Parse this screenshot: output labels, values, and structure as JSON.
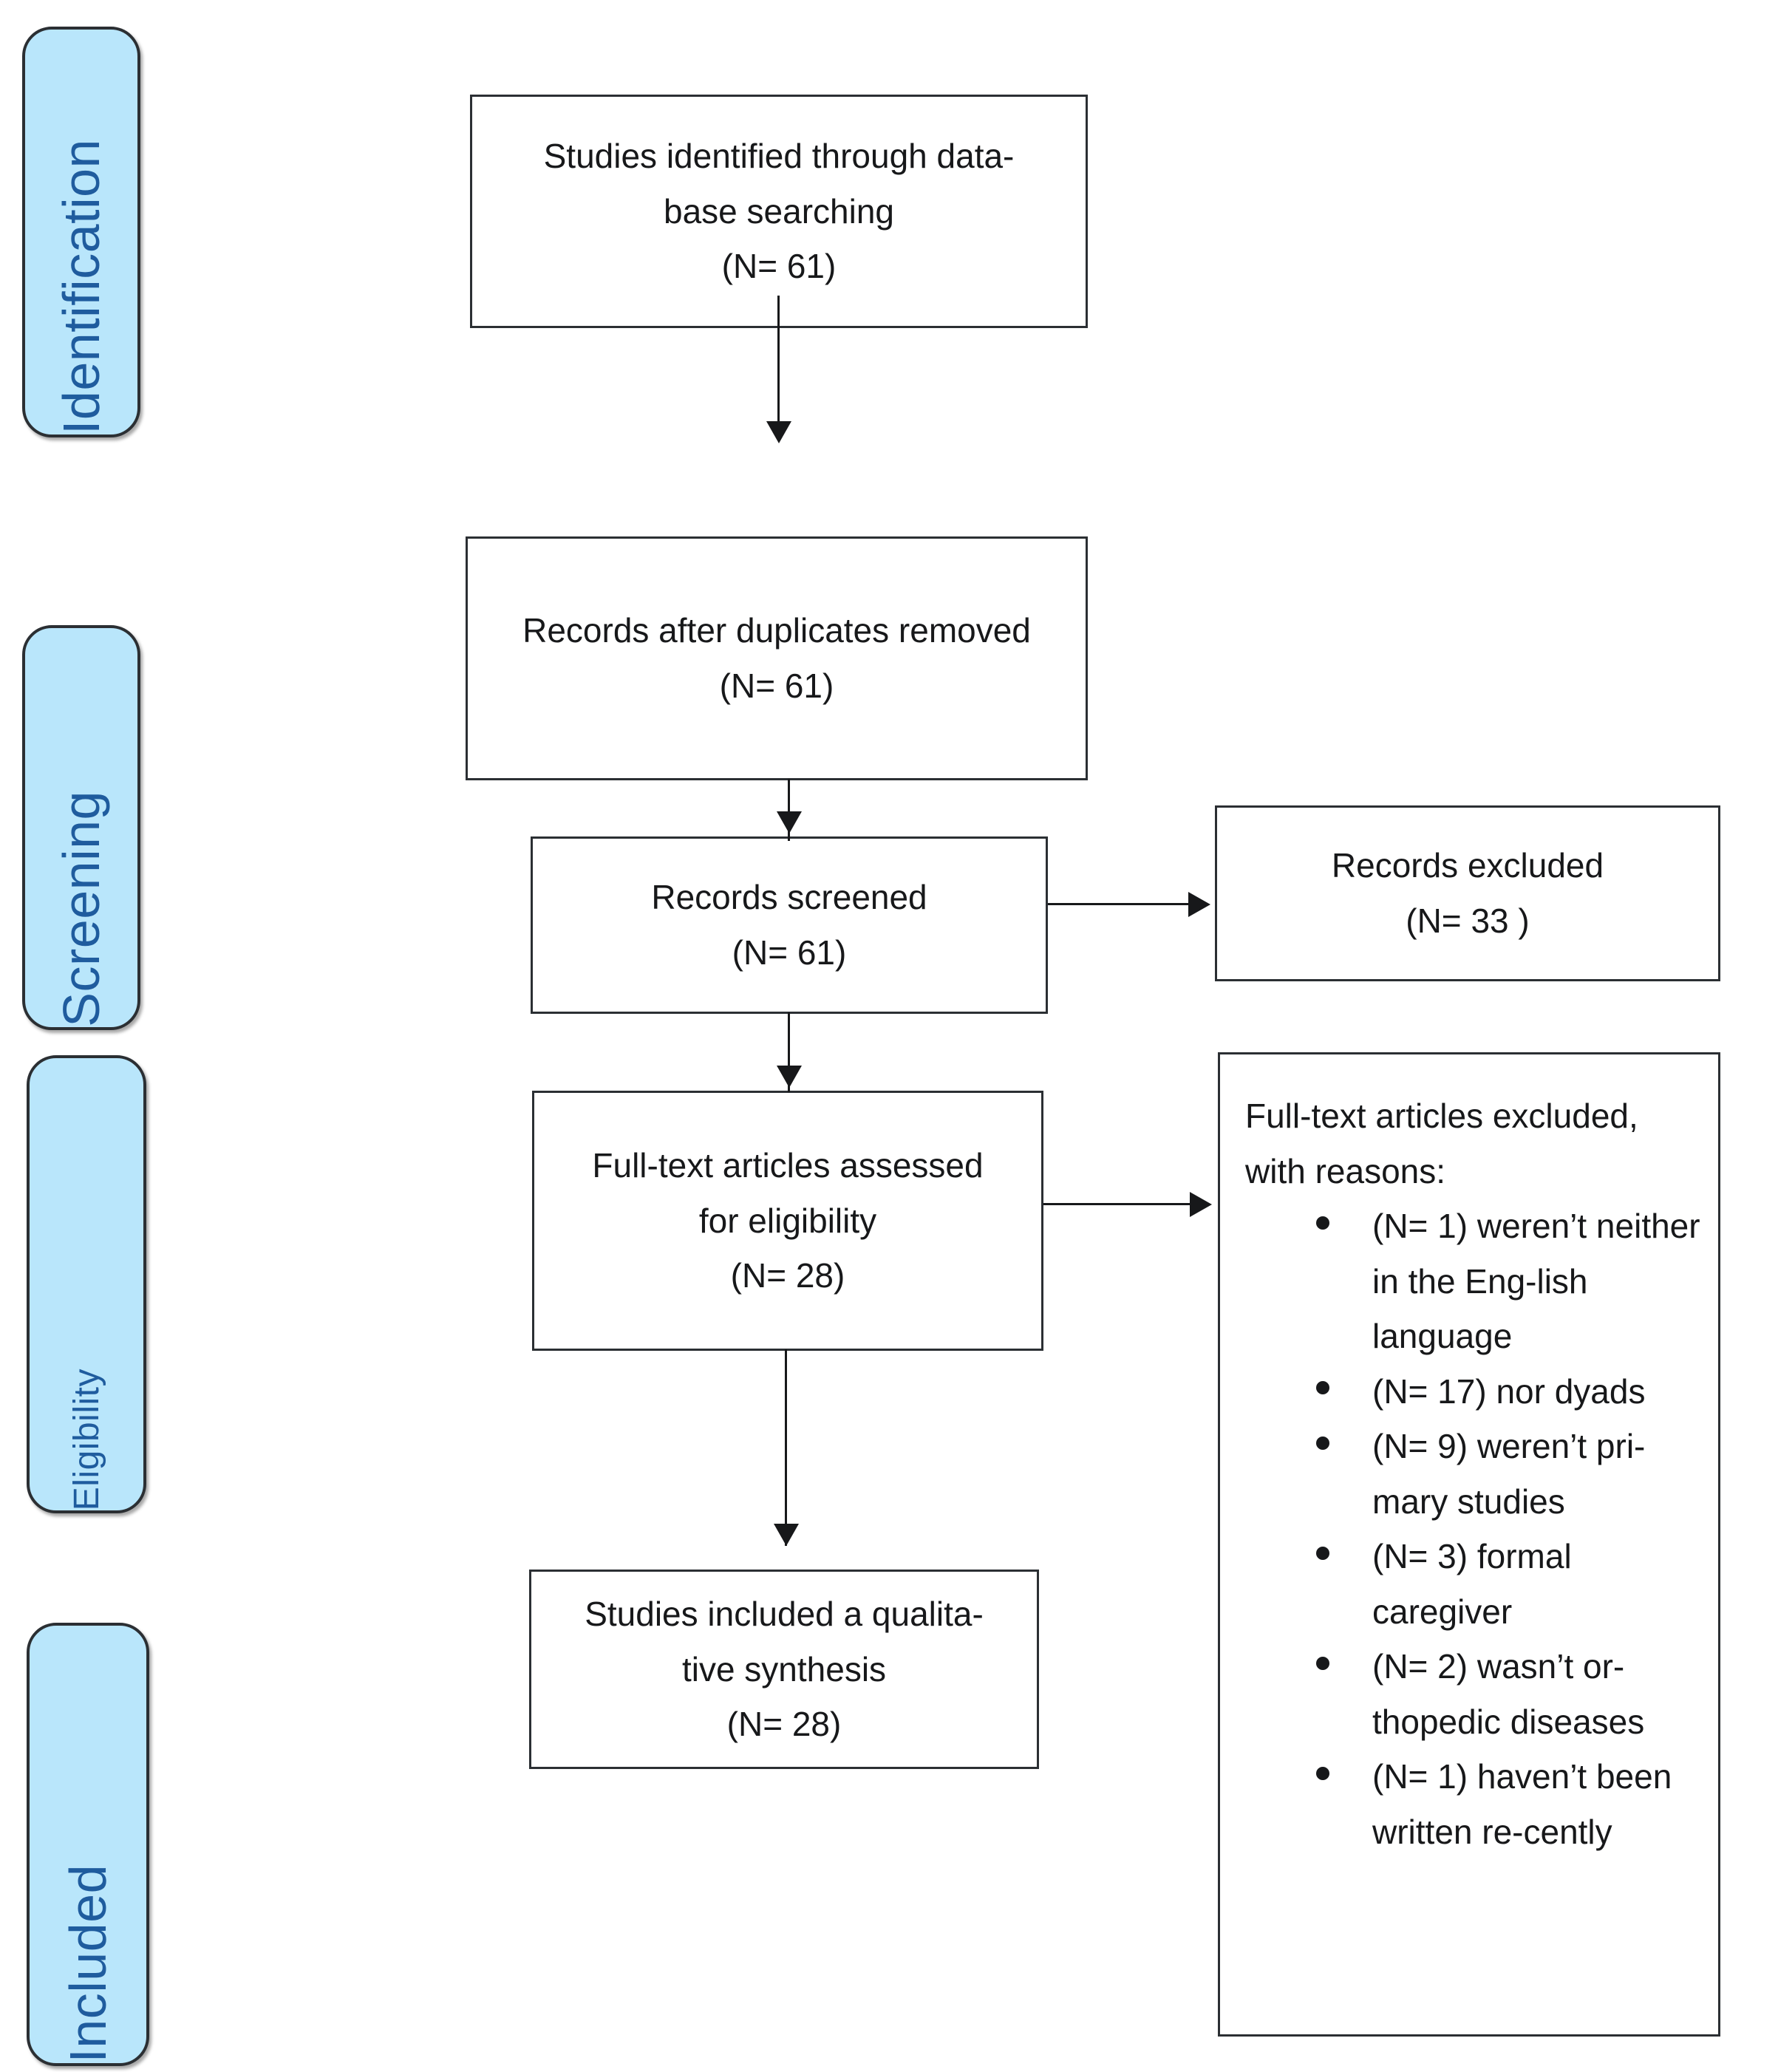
{
  "diagram": {
    "type": "prisma-flow-diagram",
    "stages": [
      {
        "id": "identification",
        "label": "Identification"
      },
      {
        "id": "screening",
        "label": "Screening"
      },
      {
        "id": "eligibility",
        "label": "Eligibility"
      },
      {
        "id": "included",
        "label": "Included"
      }
    ],
    "boxes": {
      "identified": {
        "line1": "Studies identified through data-",
        "line2": "base searching",
        "count": "(N= 61)"
      },
      "duplicates": {
        "line1": "Records after duplicates removed",
        "count": "(N= 61)"
      },
      "screened": {
        "line1": "Records screened",
        "count": "(N= 61)"
      },
      "records_excluded": {
        "line1": "Records excluded",
        "count": "(N= 33 )"
      },
      "fulltext_assessed": {
        "line1": "Full-text articles assessed",
        "line2": "for eligibility",
        "count": "(N= 28)"
      },
      "studies_included": {
        "line1": "Studies included a qualita-",
        "line2": "tive synthesis",
        "count": "(N= 28)"
      },
      "fulltext_excluded": {
        "title_line1": "Full-text articles excluded,",
        "title_line2": "with reasons:",
        "reasons": [
          "(N= 1) weren’t neither in the Eng-lish language",
          "(N= 17) nor dyads",
          "(N= 9) weren’t pri-mary studies",
          "(N= 3) formal caregiver",
          "(N= 2) wasn’t or-thopedic diseases",
          "(N= 1) haven’t been written re-cently"
        ]
      }
    },
    "colors": {
      "stage_fill": "#b9e6fb",
      "stage_border": "#2b2f33",
      "stage_text": "#1f5c9e",
      "box_border": "#2b2f33",
      "box_fill": "#ffffff",
      "text": "#17181a"
    }
  }
}
